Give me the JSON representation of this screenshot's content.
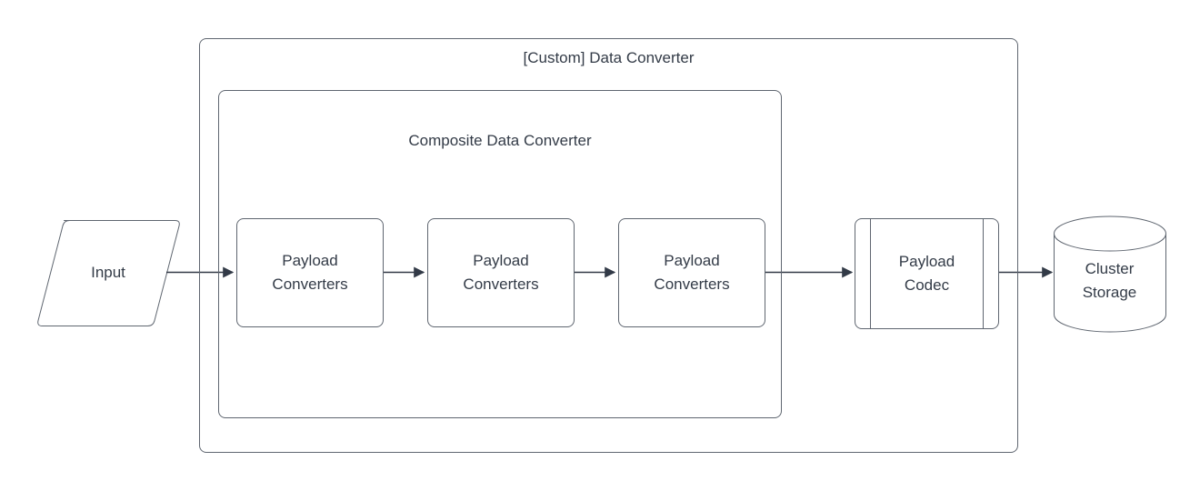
{
  "diagram": {
    "outer_container": {
      "title": "[Custom] Data Converter"
    },
    "inner_container": {
      "title": "Composite Data Converter"
    },
    "input_node": {
      "label": "Input",
      "shape": "parallelogram"
    },
    "converters": [
      {
        "label": "Payload\nConverters"
      },
      {
        "label": "Payload\nConverters"
      },
      {
        "label": "Payload\nConverters"
      }
    ],
    "codec_node": {
      "label": "Payload\nCodec",
      "shape": "predefined-process"
    },
    "storage_node": {
      "label": "Cluster\nStorage",
      "shape": "cylinder"
    }
  },
  "colors": {
    "bg": "#ffffff",
    "stroke": "#5f6670",
    "arrow": "#323a47",
    "text": "#333b47",
    "shape_fill": "#ffffff"
  }
}
